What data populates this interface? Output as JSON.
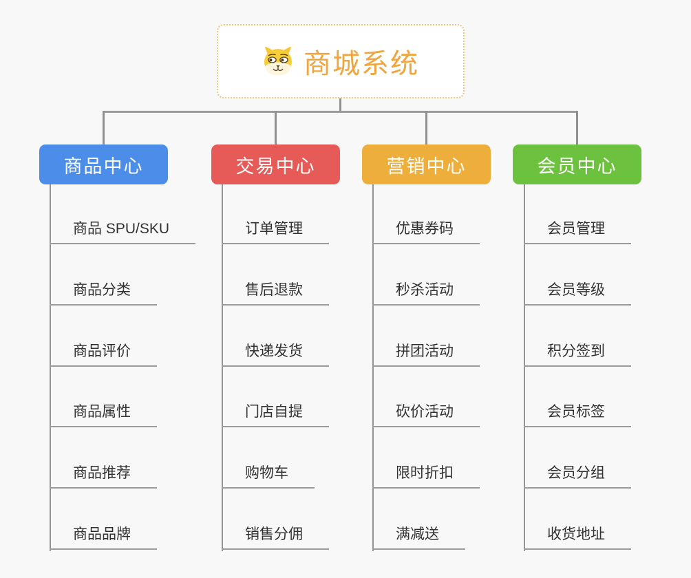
{
  "page": {
    "background_color": "#f8f8f8",
    "connector_color": "#909090",
    "underline_color": "#9a9a9a"
  },
  "root": {
    "label": "商城系统",
    "icon": "dog-face-icon",
    "text_color": "#f0a53e",
    "border_color": "#f0c479",
    "background_color": "#ffffff"
  },
  "branches": [
    {
      "label": "商品中心",
      "color": "#4b8de8",
      "items": [
        "商品 SPU/SKU",
        "商品分类",
        "商品评价",
        "商品属性",
        "商品推荐",
        "商品品牌"
      ]
    },
    {
      "label": "交易中心",
      "color": "#e65a58",
      "items": [
        "订单管理",
        "售后退款",
        "快递发货",
        "门店自提",
        "购物车",
        "销售分佣"
      ]
    },
    {
      "label": "营销中心",
      "color": "#eeae3c",
      "items": [
        "优惠券码",
        "秒杀活动",
        "拼团活动",
        "砍价活动",
        "限时折扣",
        "满减送"
      ]
    },
    {
      "label": "会员中心",
      "color": "#6cc13e",
      "items": [
        "会员管理",
        "会员等级",
        "积分签到",
        "会员标签",
        "会员分组",
        "收货地址"
      ]
    }
  ]
}
